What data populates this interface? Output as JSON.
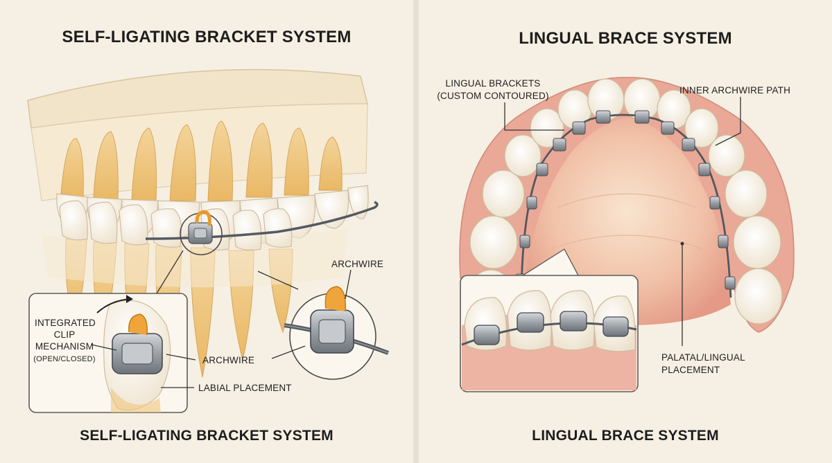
{
  "left_panel": {
    "title": "SELF-LIGATING BRACKET SYSTEM",
    "caption": "SELF-LIGATING BRACKET SYSTEM",
    "labels": {
      "archwire_top": "ARCHWIRE",
      "clip_line1": "INTEGRATED",
      "clip_line2": "CLIP",
      "clip_line3": "MECHANISM",
      "clip_line4": "(OPEN/CLOSED)",
      "archwire_inset": "ARCHWIRE",
      "labial": "LABIAL PLACEMENT"
    }
  },
  "right_panel": {
    "title": "LINGUAL BRACE SYSTEM",
    "caption": "LINGUAL BRACE SYSTEM",
    "labels": {
      "lingual_brackets_line1": "LINGUAL BRACKETS",
      "lingual_brackets_line2": "(CUSTOM CONTOURED)",
      "inner_archwire": "INNER ARCHWIRE PATH",
      "palatal_line1": "PALATAL/LINGUAL",
      "palatal_line2": "PLACEMENT"
    }
  },
  "colors": {
    "background": "#f6efe3",
    "gum": "#e8a494",
    "tooth": "#fbf6ec",
    "root": "#f0c77e",
    "metal": "#9aa0a6",
    "clip": "#f0a53a",
    "text": "#1e1e1e"
  }
}
